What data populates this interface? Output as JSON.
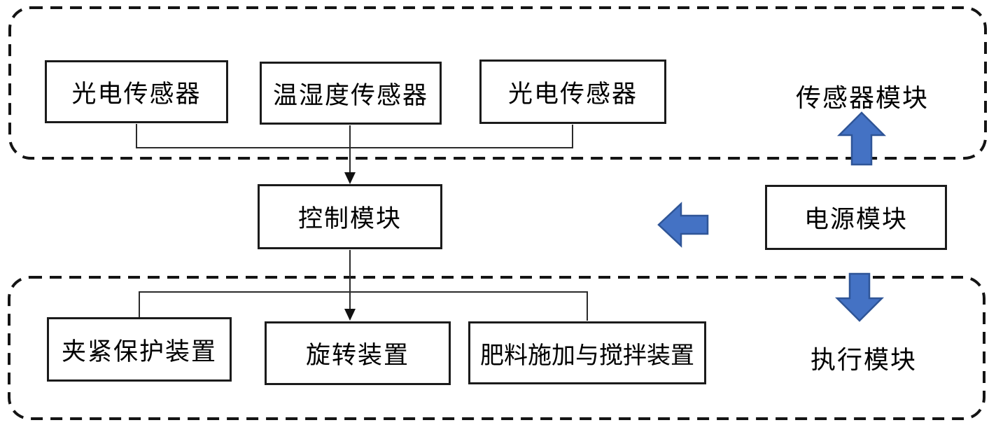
{
  "diagram": {
    "sensor_section": {
      "label": "传感器模块",
      "boxes": [
        {
          "label": "光电传感器"
        },
        {
          "label": "温湿度传感器"
        },
        {
          "label": "光电传感器"
        }
      ]
    },
    "control": {
      "label": "控制模块"
    },
    "power": {
      "label": "电源模块"
    },
    "actuator_section": {
      "label": "执行模块",
      "boxes": [
        {
          "label": "夹紧保护装置"
        },
        {
          "label": "旋转装置"
        },
        {
          "label": "肥料施加与搅拌装置"
        }
      ]
    },
    "colors": {
      "block_arrow_fill": "#4472C4",
      "block_arrow_stroke": "#2F5597",
      "line_color": "#2b2b2b",
      "border_color": "#141414"
    }
  }
}
